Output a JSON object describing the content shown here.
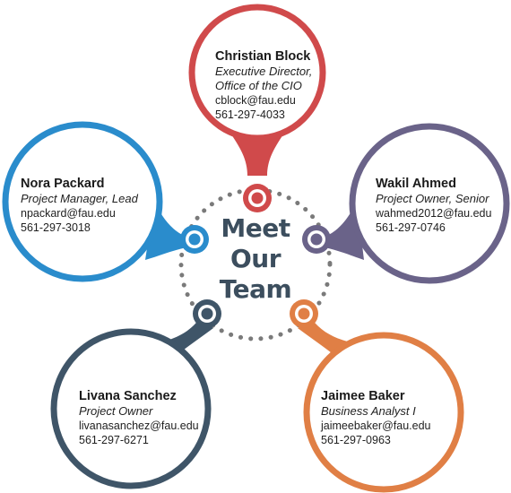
{
  "center": {
    "lines": [
      "Meet",
      "Our",
      "Team"
    ]
  },
  "colors": {
    "top": "#d04a4b",
    "left": "#2a8ccc",
    "right": "#6a6389",
    "bottom_left": "#3f5568",
    "bottom_right": "#e07f45",
    "center_text": "#3c4e5e",
    "dots": "#7a7a7a"
  },
  "members": {
    "top": {
      "name": "Christian Block",
      "role_line1": "Executive Director,",
      "role_line2": "Office of the CIO",
      "email": "cblock@fau.edu",
      "phone": "561-297-4033"
    },
    "left": {
      "name": "Nora Packard",
      "role_line1": "Project Manager, Lead",
      "email": "npackard@fau.edu",
      "phone": "561-297-3018"
    },
    "right": {
      "name": "Wakil Ahmed",
      "role_line1": "Project Owner, Senior",
      "email": "wahmed2012@fau.edu",
      "phone": "561-297-0746"
    },
    "bottom_left": {
      "name": "Livana Sanchez",
      "role_line1": "Project Owner",
      "email": "livanasanchez@fau.edu",
      "phone": "561-297-6271"
    },
    "bottom_right": {
      "name": "Jaimee Baker",
      "role_line1": "Business Analyst I",
      "email": "jaimeebaker@fau.edu",
      "phone": "561-297-0963"
    }
  }
}
